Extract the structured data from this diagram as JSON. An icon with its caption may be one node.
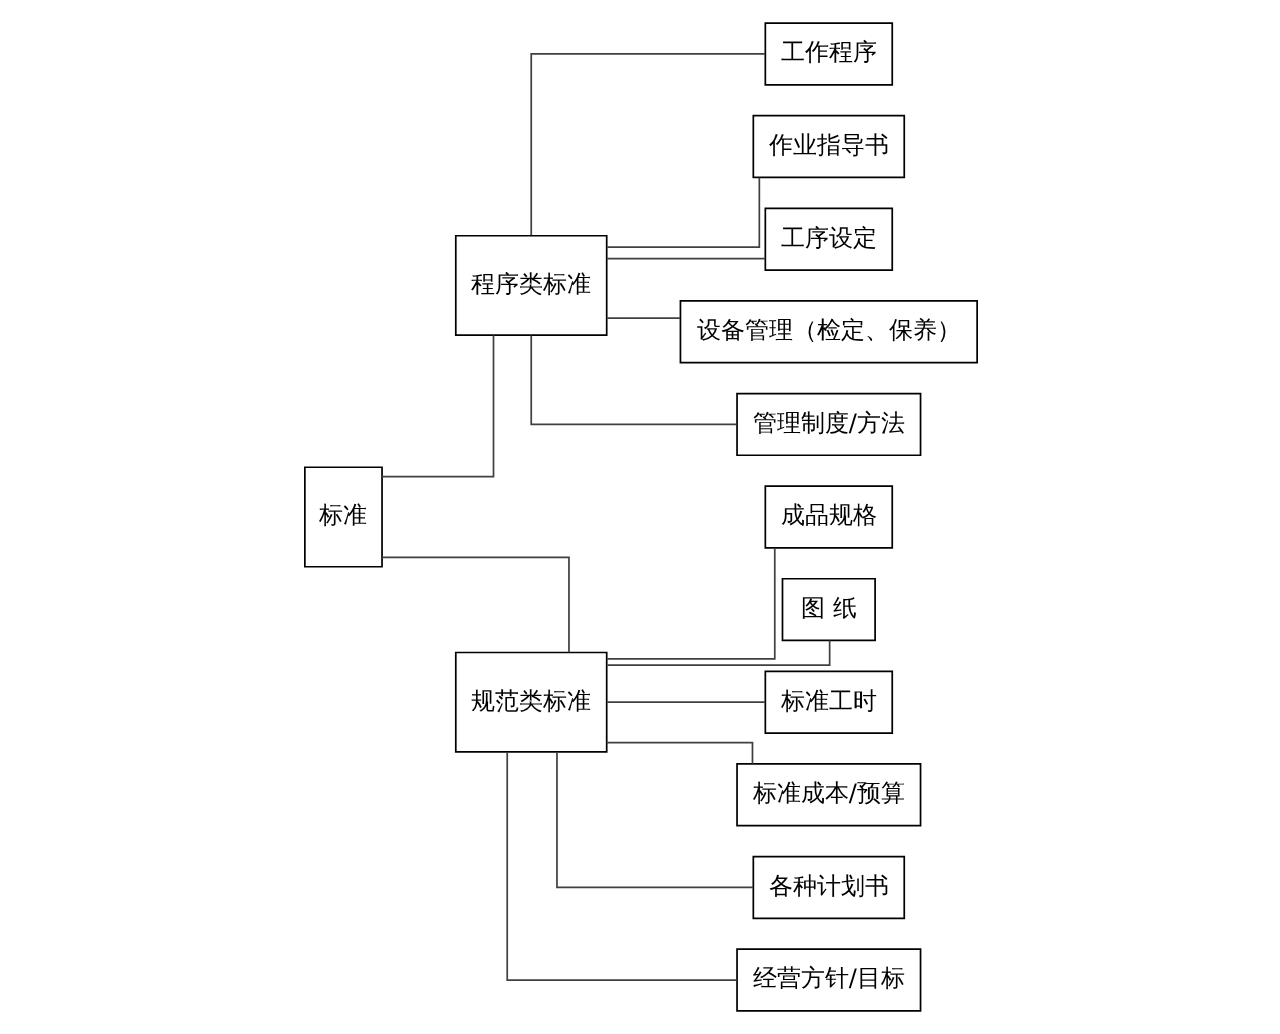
{
  "diagram": {
    "nodes": [
      {
        "text": [
          "标准"
        ]
      },
      {
        "text": [
          "程序类标准"
        ]
      },
      {
        "text": [
          "工作程序"
        ]
      },
      {
        "text": [
          "作业指导书"
        ]
      },
      {
        "text": [
          "工序设定"
        ]
      },
      {
        "text": [
          "设备管理（检定、保养）"
        ]
      },
      {
        "text": [
          "管理制度/方法"
        ]
      },
      {
        "text": [
          "规范类标准"
        ]
      },
      {
        "text": [
          "成品规格"
        ]
      },
      {
        "text": [
          "图 纸"
        ]
      },
      {
        "text": [
          "标准工时"
        ]
      },
      {
        "text": [
          "标准成本/预算"
        ]
      },
      {
        "text": [
          "各种计划书"
        ]
      },
      {
        "text": [
          "经营方针/目标"
        ]
      }
    ],
    "edges": [
      {
        "from": 0,
        "to": 1,
        "arrow": "none"
      },
      {
        "from": 1,
        "to": 2,
        "arrow": "none"
      },
      {
        "from": 1,
        "to": 3,
        "arrow": "none"
      },
      {
        "from": 1,
        "to": 4,
        "arrow": "none"
      },
      {
        "from": 1,
        "to": 5,
        "arrow": "none"
      },
      {
        "from": 1,
        "to": 6,
        "arrow": "none"
      },
      {
        "from": 0,
        "to": 7,
        "arrow": "none"
      },
      {
        "from": 7,
        "to": 8,
        "arrow": "none"
      },
      {
        "from": 7,
        "to": 9,
        "arrow": "none"
      },
      {
        "from": 7,
        "to": 10,
        "arrow": "none"
      },
      {
        "from": 7,
        "to": 11,
        "arrow": "none"
      },
      {
        "from": 7,
        "to": 12,
        "arrow": "none"
      },
      {
        "from": 7,
        "to": 13,
        "arrow": "none"
      }
    ]
  }
}
